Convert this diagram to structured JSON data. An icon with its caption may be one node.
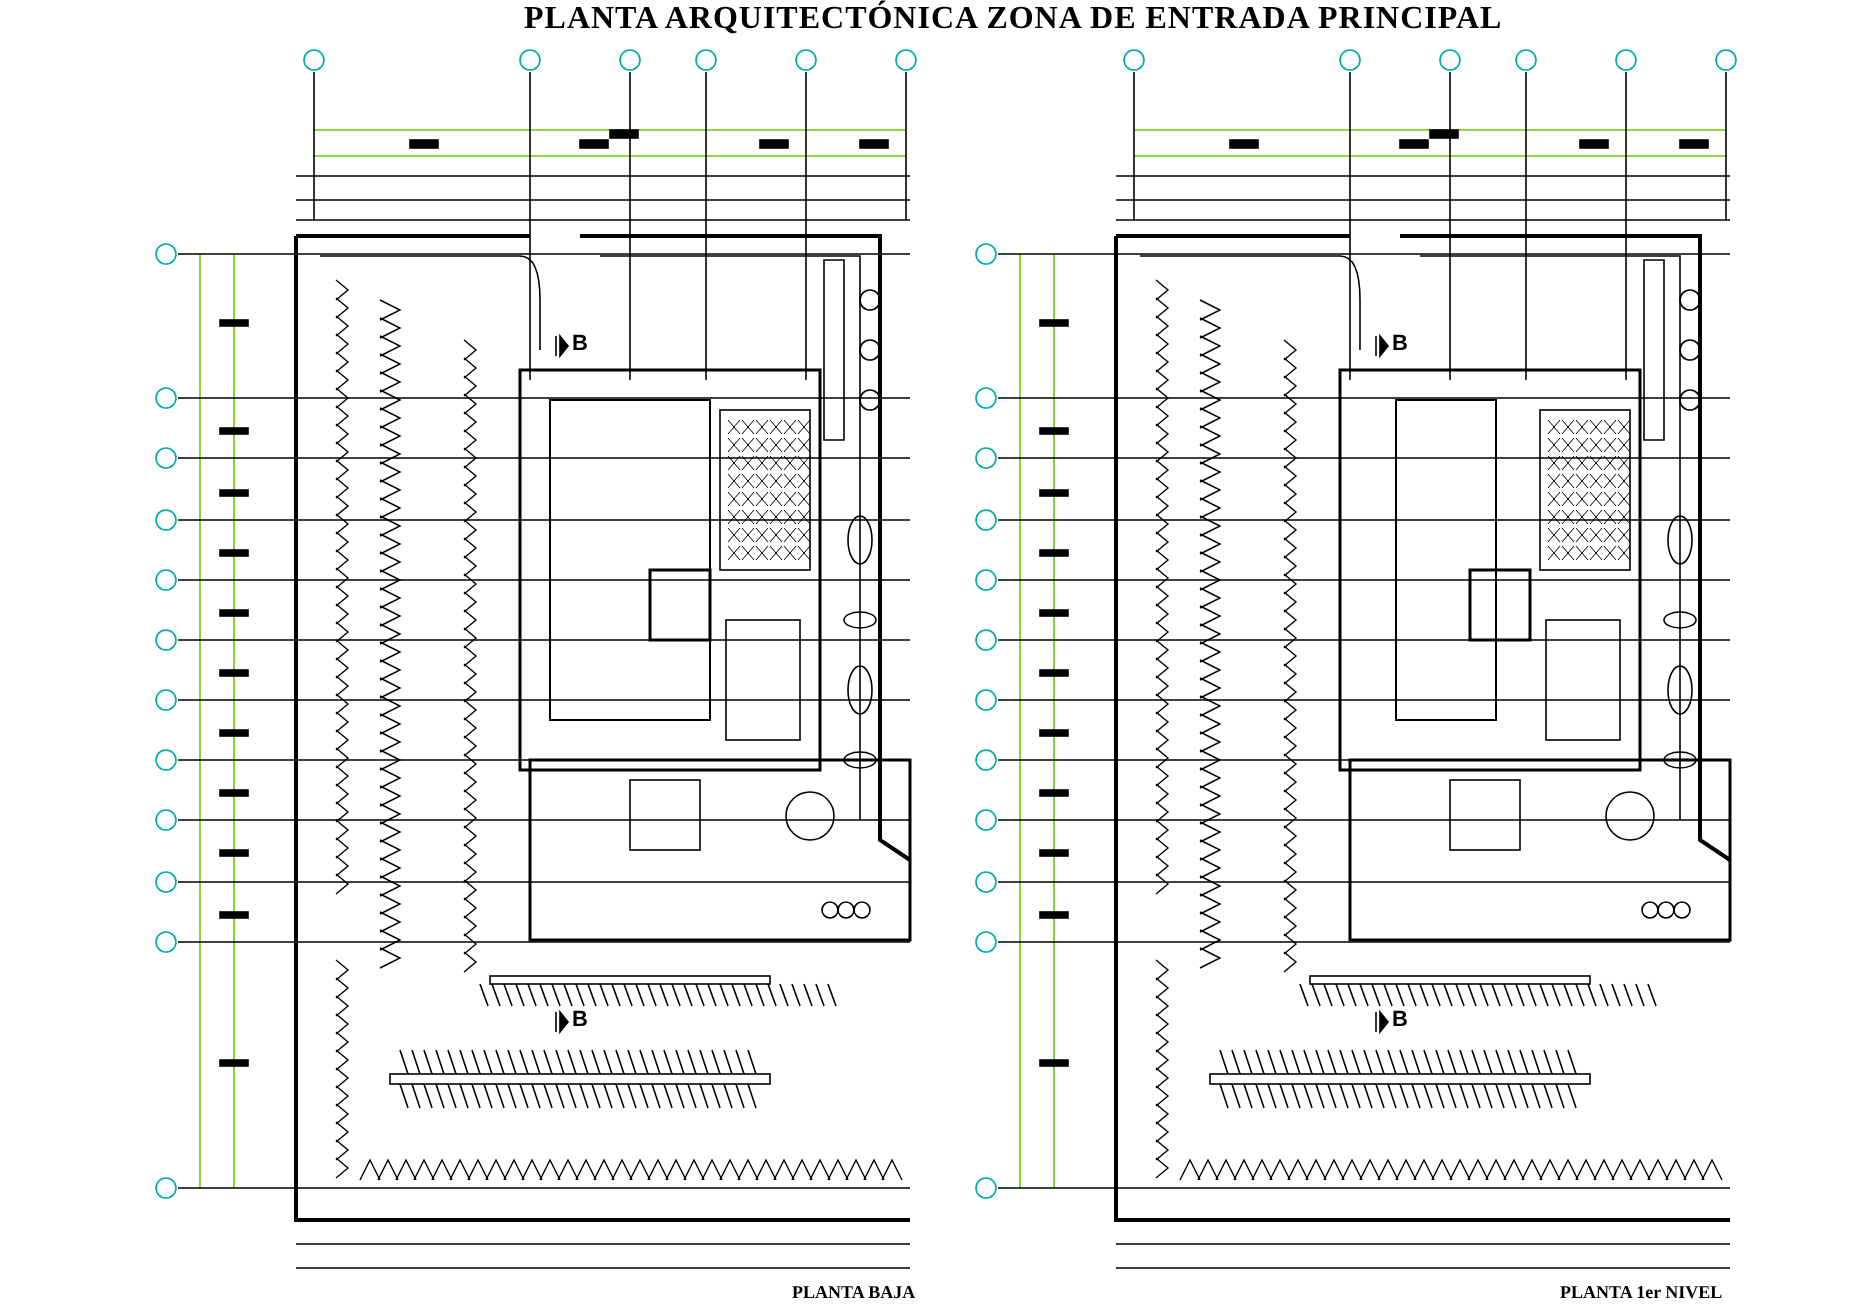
{
  "diagram": {
    "title": "PLANTA ARQUITECTÓNICA ZONA DE ENTRADA PRINCIPAL",
    "labels": [
      "B",
      "B",
      "B",
      "B",
      "PLANTA BAJA",
      "PLANTA 1er NIVEL"
    ]
  }
}
